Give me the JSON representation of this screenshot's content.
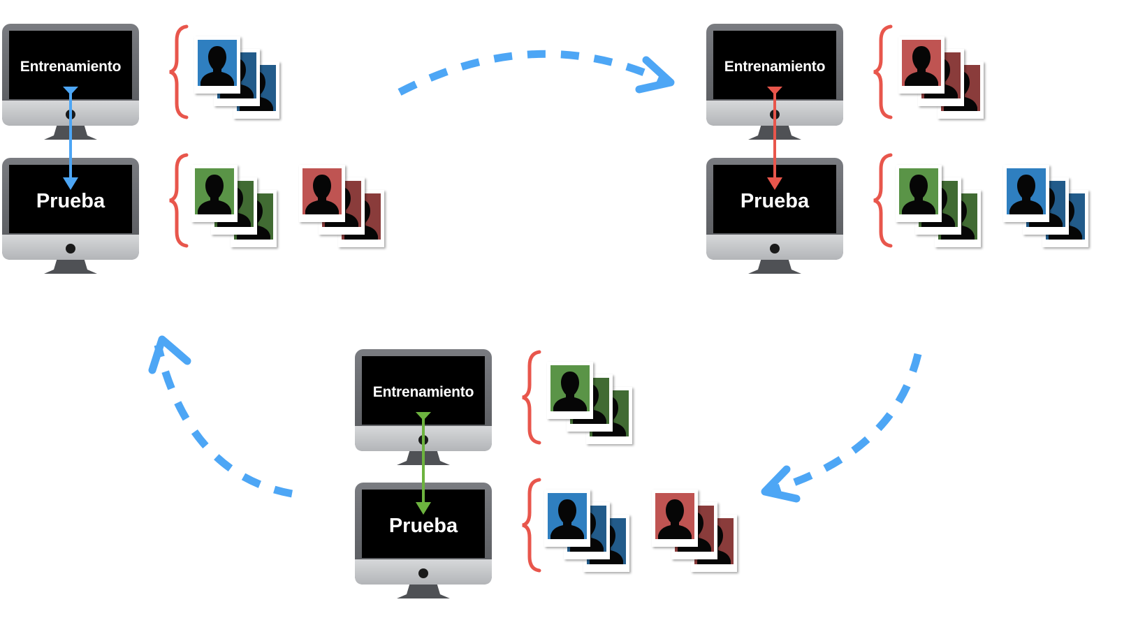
{
  "labels": {
    "training": "Entrenamiento",
    "test": "Prueba"
  },
  "colors": {
    "background": "#ffffff",
    "cycle_arrows": "#4da6f5",
    "brace": "#e8564c",
    "blue_class": "#2f7fc0",
    "red_class": "#bf5452",
    "green_class": "#5a9447",
    "monitor_frame": "#6b6d72",
    "screen": "#000000"
  },
  "icons": {
    "monitor": "monitor-icon",
    "photo_stack": "portrait-stack-icon",
    "brace": "curly-brace-icon",
    "cycle_arrow": "dashed-curved-arrow-icon"
  },
  "folds": [
    {
      "id": "fold-1",
      "connector_color": "#4da6f5",
      "training_set": [
        "blue"
      ],
      "test_sets": [
        "green",
        "red"
      ]
    },
    {
      "id": "fold-2",
      "connector_color": "#e8564c",
      "training_set": [
        "red"
      ],
      "test_sets": [
        "green",
        "blue"
      ]
    },
    {
      "id": "fold-3",
      "connector_color": "#6db33f",
      "training_set": [
        "green"
      ],
      "test_sets": [
        "blue",
        "red"
      ]
    }
  ]
}
